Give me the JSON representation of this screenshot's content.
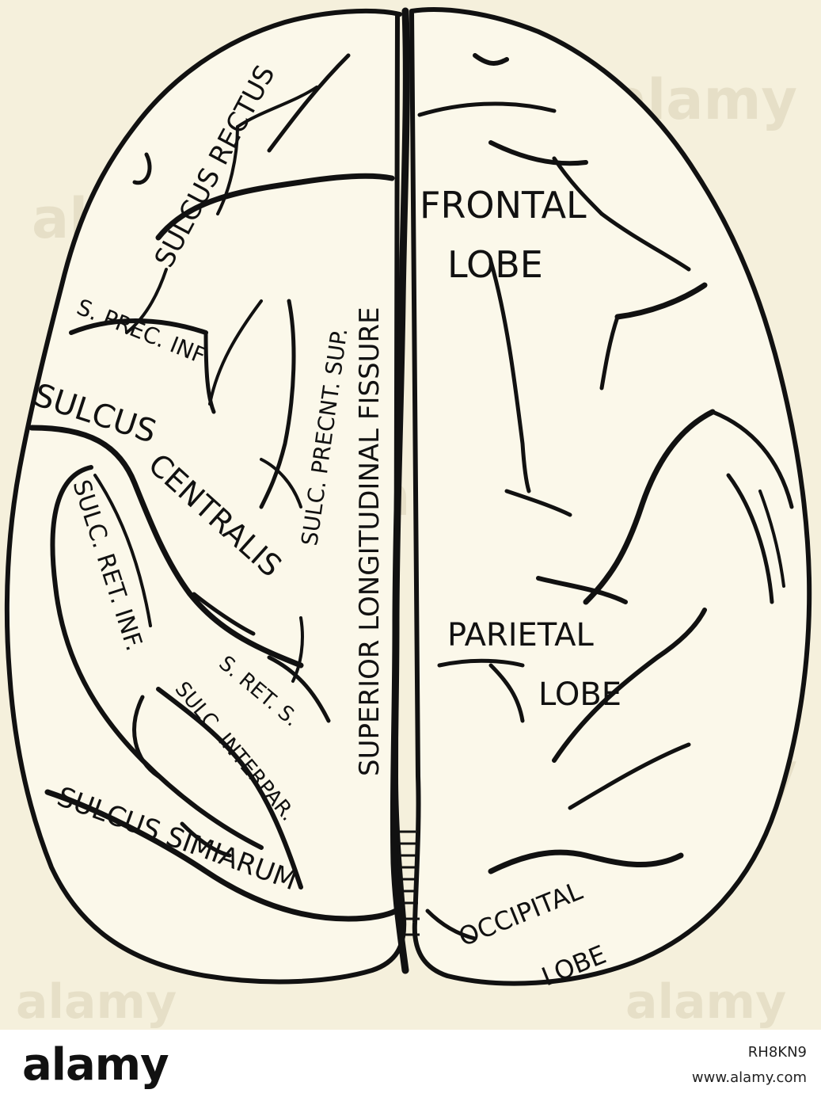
{
  "figure": {
    "labels": {
      "sulcus_rectus": "SULCUS RECTUS",
      "s_prec_inf": "S. PREC. INF",
      "sulcus_centralis_a": "SULCUS",
      "sulcus_centralis_b": "CENTRALIS",
      "sulc_precnt_sup": "SULC. PRECNT. SUP.",
      "sulc_ret_inf": "SULC. RET. INF.",
      "s_ret_s": "S. RET. S.",
      "sulc_interpar": "SULC. INTERPAR.",
      "sulcus_simiarum": "SULCUS SIMIARUM",
      "superior_longitudinal_fissure": "SUPERIOR LONGITUDINAL FISSURE",
      "frontal_lobe_a": "FRONTAL",
      "frontal_lobe_b": "LOBE",
      "parietal_lobe_a": "PARIETAL",
      "parietal_lobe_b": "LOBE",
      "occipital_lobe_a": "OCCIPITAL",
      "occipital_lobe_b": "LOBE"
    },
    "watermark": "alamy"
  },
  "footer": {
    "logo": "alamy",
    "image_id": "RH8KN9",
    "url": "www.alamy.com"
  },
  "colors": {
    "paper": "#f5f0dc",
    "ink": "#111111"
  }
}
